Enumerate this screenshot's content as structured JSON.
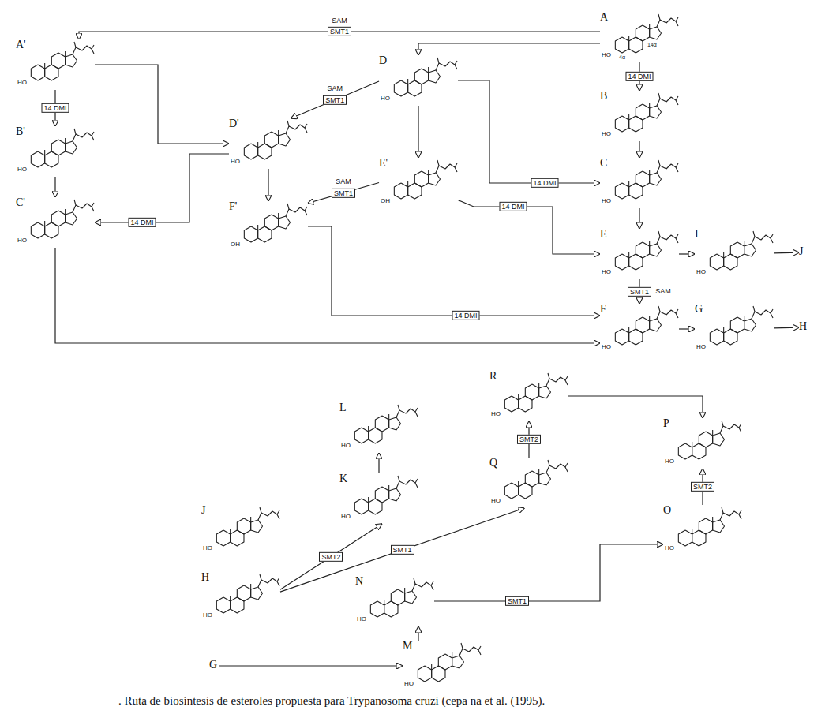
{
  "diagram": {
    "caption": ". Ruta de biosíntesis de esteroles propuesta para Trypanosoma cruzi (cepa na et al. (1995).",
    "nodes": [
      {
        "text": [
          "A'",
          "HO"
        ]
      },
      {
        "text": [
          "A",
          "HO",
          "14α",
          "4α"
        ]
      },
      {
        "text": [
          "D",
          "HO"
        ]
      },
      {
        "text": [
          "B'",
          "HO"
        ]
      },
      {
        "text": [
          "D'",
          "HO"
        ]
      },
      {
        "text": [
          "B",
          "HO"
        ]
      },
      {
        "text": [
          "C'",
          "HO"
        ]
      },
      {
        "text": [
          "C",
          "HO"
        ]
      },
      {
        "text": [
          "E'",
          "OH"
        ]
      },
      {
        "text": [
          "F'",
          "OH"
        ]
      },
      {
        "text": [
          "E",
          "HO"
        ]
      },
      {
        "text": [
          "I",
          "HO"
        ]
      },
      {
        "text": [
          "J"
        ]
      },
      {
        "text": [
          "F",
          "HO"
        ]
      },
      {
        "text": [
          "G",
          "HO"
        ]
      },
      {
        "text": [
          "H"
        ]
      },
      {
        "text": [
          "L",
          "HO"
        ]
      },
      {
        "text": [
          "R",
          "HO"
        ]
      },
      {
        "text": [
          "K",
          "HO"
        ]
      },
      {
        "text": [
          "Q",
          "HO"
        ]
      },
      {
        "text": [
          "P",
          "HO"
        ]
      },
      {
        "text": [
          "J",
          "HO"
        ]
      },
      {
        "text": [
          "H",
          "HO"
        ]
      },
      {
        "text": [
          "O",
          "HO"
        ]
      },
      {
        "text": [
          "N",
          "HO"
        ]
      },
      {
        "text": [
          "M",
          "HO"
        ]
      },
      {
        "text": [
          "G"
        ]
      }
    ],
    "edges": [
      {
        "from": 1,
        "to": 0,
        "arrow": "to",
        "label": "SMT1"
      },
      {
        "from": 1,
        "to": 5,
        "arrow": "to",
        "label": "14 DMI"
      },
      {
        "from": 5,
        "to": 7,
        "arrow": "to"
      },
      {
        "from": 7,
        "to": 10,
        "arrow": "to"
      },
      {
        "from": 10,
        "to": 13,
        "arrow": "to",
        "label": "SMT1"
      },
      {
        "from": 13,
        "to": 14,
        "arrow": "to"
      },
      {
        "from": 14,
        "to": 15,
        "arrow": "to"
      },
      {
        "from": 10,
        "to": 11,
        "arrow": "to"
      },
      {
        "from": 11,
        "to": 12,
        "arrow": "to"
      },
      {
        "from": 1,
        "to": 2,
        "arrow": "to"
      },
      {
        "from": 2,
        "to": 4,
        "arrow": "to",
        "label": "SMT1"
      },
      {
        "from": 2,
        "to": 7,
        "arrow": "to",
        "label": "14 DMI"
      },
      {
        "from": 2,
        "to": 8,
        "arrow": "to"
      },
      {
        "from": 8,
        "to": 10,
        "arrow": "to",
        "label": "14 DMI"
      },
      {
        "from": 8,
        "to": 9,
        "arrow": "to",
        "label": "SMT1"
      },
      {
        "from": 0,
        "to": 4,
        "arrow": "to"
      },
      {
        "from": 0,
        "to": 3,
        "arrow": "to",
        "label": "14 DMI"
      },
      {
        "from": 3,
        "to": 6,
        "arrow": "to"
      },
      {
        "from": 4,
        "to": 6,
        "arrow": "to",
        "label": "14 DMI"
      },
      {
        "from": 4,
        "to": 9,
        "arrow": "to"
      },
      {
        "from": 9,
        "to": 13,
        "arrow": "to",
        "label": "14 DMI"
      },
      {
        "from": 6,
        "to": 13,
        "arrow": "to"
      },
      {
        "from": 22,
        "to": 18,
        "arrow": "to",
        "label": "SMT2"
      },
      {
        "from": 18,
        "to": 16,
        "arrow": "to"
      },
      {
        "from": 22,
        "to": 19,
        "arrow": "to",
        "label": "SMT1"
      },
      {
        "from": 19,
        "to": 17,
        "arrow": "to",
        "label": "SMT2"
      },
      {
        "from": 17,
        "to": 20,
        "arrow": "to"
      },
      {
        "from": 23,
        "to": 20,
        "arrow": "to",
        "label": "SMT2"
      },
      {
        "from": 26,
        "to": 25,
        "arrow": "to"
      },
      {
        "from": 25,
        "to": 24,
        "arrow": "to"
      },
      {
        "from": 24,
        "to": 23,
        "arrow": "to",
        "label": "SMT1"
      }
    ],
    "labels": [
      "SAM",
      "SAM",
      "SAM",
      "SAM"
    ]
  }
}
